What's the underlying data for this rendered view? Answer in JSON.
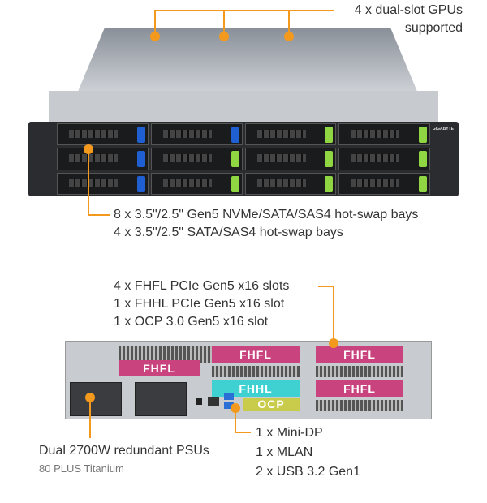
{
  "callouts": {
    "gpu": [
      "4 x dual-slot GPUs",
      "supported"
    ],
    "bays": [
      "8 x 3.5\"/2.5\" Gen5 NVMe/SATA/SAS4 hot-swap bays",
      "4 x 3.5\"/2.5\" SATA/SAS4 hot-swap bays"
    ],
    "pcie": [
      "4 x FHFL PCIe Gen5 x16 slots",
      "1 x FHHL PCIe Gen5 x16 slot",
      "1 x OCP 3.0 Gen5 x16 slot"
    ],
    "psu": {
      "title": "Dual 2700W redundant PSUs",
      "sub": "80 PLUS Titanium"
    },
    "io": [
      "1 x Mini-DP",
      "1 x MLAN",
      "2 x USB 3.2 Gen1"
    ]
  },
  "rear_labels": {
    "fhfl": "FHFL",
    "fhhl": "FHHL",
    "ocp": "OCP"
  },
  "brand": "GIGABYTE",
  "colors": {
    "accent": "#f39a1e",
    "nvme_latch": "#8fd642",
    "sata_latch": "#1f5fd1",
    "fhfl": "#c9437e",
    "fhhl": "#3fd1d1",
    "ocp": "#c8cc4a"
  }
}
